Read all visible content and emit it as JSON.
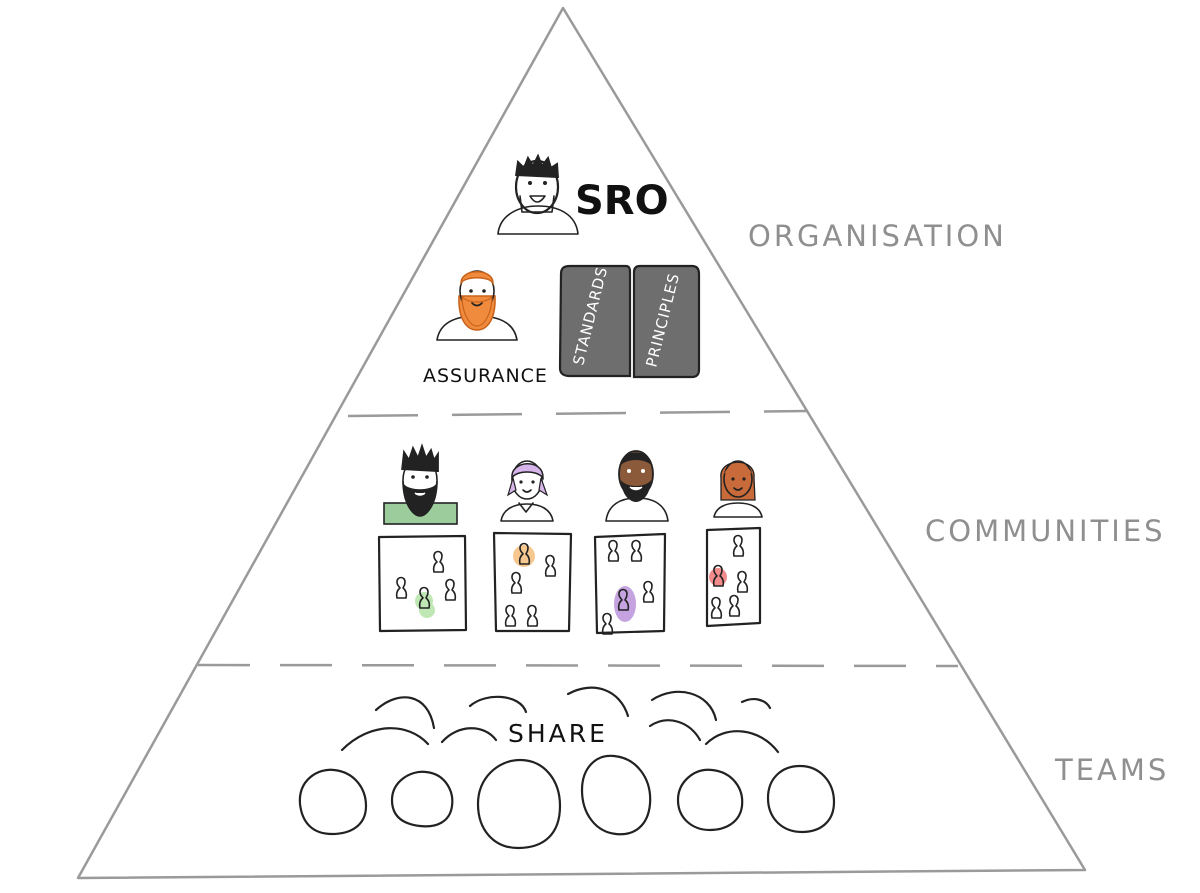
{
  "diagram": {
    "organisation_label": "ORGANISATION",
    "communities_label": "COMMUNITIES",
    "teams_label": "TEAMS",
    "sro_label": "SRO",
    "assurance_label": "ASSURANCE",
    "standards_label": "STANDARDS",
    "principles_label": "PRINCIPLES",
    "share_label": "SHARE"
  },
  "colors": {
    "outline": "#9a9a9a",
    "label_gray": "#8f8f8f",
    "book_fill": "#6e6e6e",
    "sro_shirt": "#6f8fcf",
    "assurance_shirt": "#8fcf7e",
    "assurance_hair": "#f08a3c",
    "community_shirts": [
      "#9ccc9c",
      "#f3c58f",
      "#c79ee8",
      "#f26a6a"
    ],
    "community_highlights": [
      "#bfe7b4",
      "#f6c890",
      "#c4a3e0",
      "#f28b8b"
    ],
    "team_blobs": [
      "#cfe8c8",
      "#dcb6ee",
      "#bcd6f7",
      "#fbdcb8",
      "#cdbde3",
      "#dcd0c4"
    ]
  }
}
